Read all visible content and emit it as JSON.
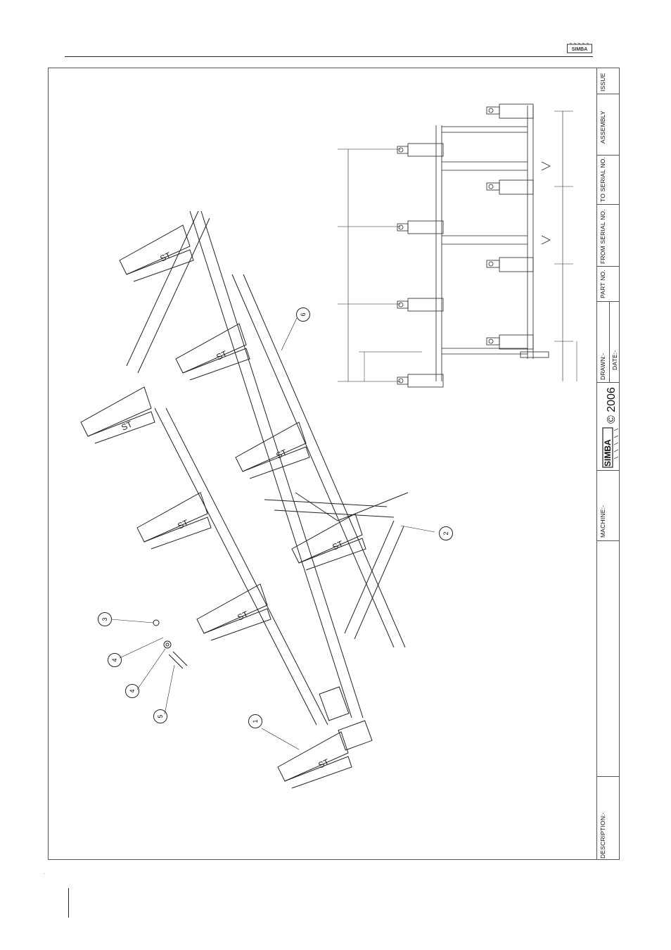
{
  "brand": {
    "logo_text": "SIMBA",
    "copyright": "© 2006"
  },
  "title_block": {
    "issue": "ISSUE",
    "assembly": "ASSEMBLY",
    "to_serial": "TO SERIAL NO.",
    "from_serial": "FROM SERIAL NO.",
    "part_no": "PART NO.",
    "drawn": "DRAWN:-",
    "date": "DATE:-",
    "machine": "MACHINE:-",
    "description": "DESCRIPTION:-"
  },
  "callouts": [
    "1",
    "2",
    "3",
    "4",
    "4",
    "5",
    "6"
  ],
  "tine_marking": "ST"
}
